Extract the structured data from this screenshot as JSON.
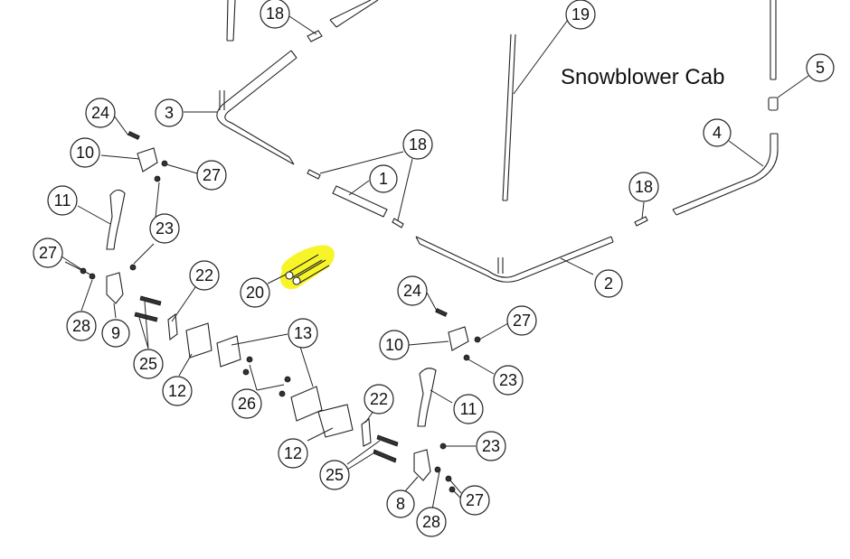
{
  "title": "Snowblower Cab",
  "highlight_color": "#f7f31c",
  "callouts": [
    {
      "id": "c18a",
      "label": "18"
    },
    {
      "id": "c19",
      "label": "19"
    },
    {
      "id": "c5",
      "label": "5"
    },
    {
      "id": "c3",
      "label": "3"
    },
    {
      "id": "c24a",
      "label": "24"
    },
    {
      "id": "c10a",
      "label": "10"
    },
    {
      "id": "c27a",
      "label": "27"
    },
    {
      "id": "c18b",
      "label": "18"
    },
    {
      "id": "c1",
      "label": "1"
    },
    {
      "id": "c4",
      "label": "4"
    },
    {
      "id": "c18c",
      "label": "18"
    },
    {
      "id": "c11a",
      "label": "11"
    },
    {
      "id": "c23a",
      "label": "23"
    },
    {
      "id": "c27b",
      "label": "27"
    },
    {
      "id": "c22a",
      "label": "22"
    },
    {
      "id": "c20",
      "label": "20"
    },
    {
      "id": "c2",
      "label": "2"
    },
    {
      "id": "c28a",
      "label": "28"
    },
    {
      "id": "c9",
      "label": "9"
    },
    {
      "id": "c24b",
      "label": "24"
    },
    {
      "id": "c27c",
      "label": "27"
    },
    {
      "id": "c13",
      "label": "13"
    },
    {
      "id": "c10b",
      "label": "10"
    },
    {
      "id": "c25a",
      "label": "25"
    },
    {
      "id": "c23b",
      "label": "23"
    },
    {
      "id": "c12a",
      "label": "12"
    },
    {
      "id": "c26",
      "label": "26"
    },
    {
      "id": "c22b",
      "label": "22"
    },
    {
      "id": "c11b",
      "label": "11"
    },
    {
      "id": "c23c",
      "label": "23"
    },
    {
      "id": "c12b",
      "label": "12"
    },
    {
      "id": "c25b",
      "label": "25"
    },
    {
      "id": "c8",
      "label": "8"
    },
    {
      "id": "c27d",
      "label": "27"
    },
    {
      "id": "c28b",
      "label": "28"
    }
  ]
}
